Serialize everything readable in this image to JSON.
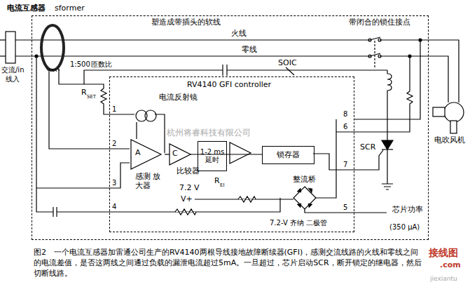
{
  "diagram": {
    "caption": "图2　一个电流互感器加雷通公司生产的RV4140两根导线接地故障断续器(GFI)，感测交流线路的火线和零线之间的电流差值，是否这两线之间通过负载的漏泄电流超过5mA。一旦超过，芯片启动SCR，断开锁定的继电器，然后切断线路。",
    "nodes": [
      {
        "text": [
          "塑造成带插头的软线"
        ]
      },
      {
        "text": [
          "SOIC",
          "RV4140 GFI controller"
        ],
        "in": 0
      },
      {
        "text": [
          "电流反射镜"
        ],
        "in": 1
      },
      {
        "text": [
          "A",
          "感测 放大器"
        ],
        "in": 1
      },
      {
        "text": [
          "C",
          "比较器"
        ],
        "in": 1
      },
      {
        "text": [
          "1-2 ms 延时"
        ],
        "in": 1
      },
      {
        "text": [
          "锁存器"
        ],
        "in": 1
      }
    ],
    "edges": [
      {
        "from": 2,
        "to": 3,
        "arrow": "none"
      },
      {
        "from": 3,
        "to": 4,
        "arrow": "none"
      },
      {
        "from": 4,
        "to": 5,
        "arrow": "none"
      },
      {
        "from": 5,
        "to": 6,
        "arrow": "none"
      }
    ],
    "labels": [
      "电流互感器",
      "sformer",
      "带闭合的锁住接点",
      "火线",
      "零线",
      "交流/in",
      "线入",
      "1:500",
      "匝数比",
      "R",
      "SET",
      "1",
      "2",
      "3",
      "4",
      "8",
      "6",
      "7",
      "5",
      "杭州将睿科技有限公司",
      "R",
      "EI",
      "整流桥",
      "7.2 V",
      "V+",
      "7.2-V 齐纳 二极管",
      "SCR",
      "电吹风机",
      "芯片功率",
      "(350 µA)",
      "接线图",
      ".com",
      "jiexiantu"
    ]
  }
}
